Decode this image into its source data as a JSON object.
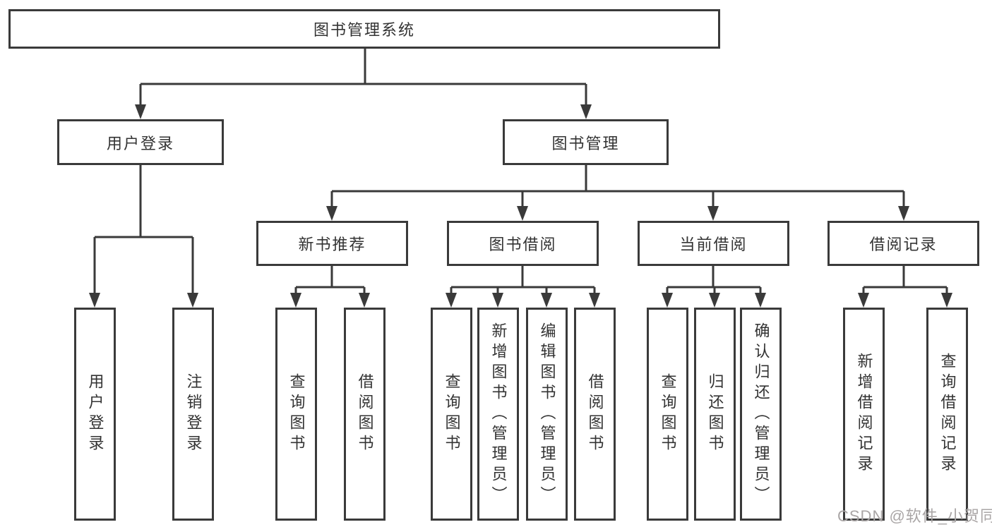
{
  "diagram": {
    "root": {
      "label": "图书管理系统"
    },
    "branches": [
      {
        "label": "用户登录",
        "children": [
          {
            "label": "用户登录"
          },
          {
            "label": "注销登录"
          }
        ]
      },
      {
        "label": "图书管理",
        "sections": [
          {
            "label": "新书推荐",
            "children": [
              {
                "label": "查询图书"
              },
              {
                "label": "借阅图书"
              }
            ]
          },
          {
            "label": "图书借阅",
            "children": [
              {
                "label": "查询图书"
              },
              {
                "label": "新增图书（管理员）"
              },
              {
                "label": "编辑图书（管理员）"
              },
              {
                "label": "借阅图书"
              }
            ]
          },
          {
            "label": "当前借阅",
            "children": [
              {
                "label": "查询图书"
              },
              {
                "label": "归还图书"
              },
              {
                "label": "确认归还（管理员）"
              }
            ]
          },
          {
            "label": "借阅记录",
            "children": [
              {
                "label": "新增借阅记录"
              },
              {
                "label": "查询借阅记录"
              }
            ]
          }
        ]
      }
    ]
  },
  "watermark": {
    "text": "CSDN @软件_小贺同学"
  },
  "colors": {
    "line": "#3a3a3a",
    "text": "#333333",
    "watermark": "#aaa6a6",
    "background": "#ffffff"
  }
}
